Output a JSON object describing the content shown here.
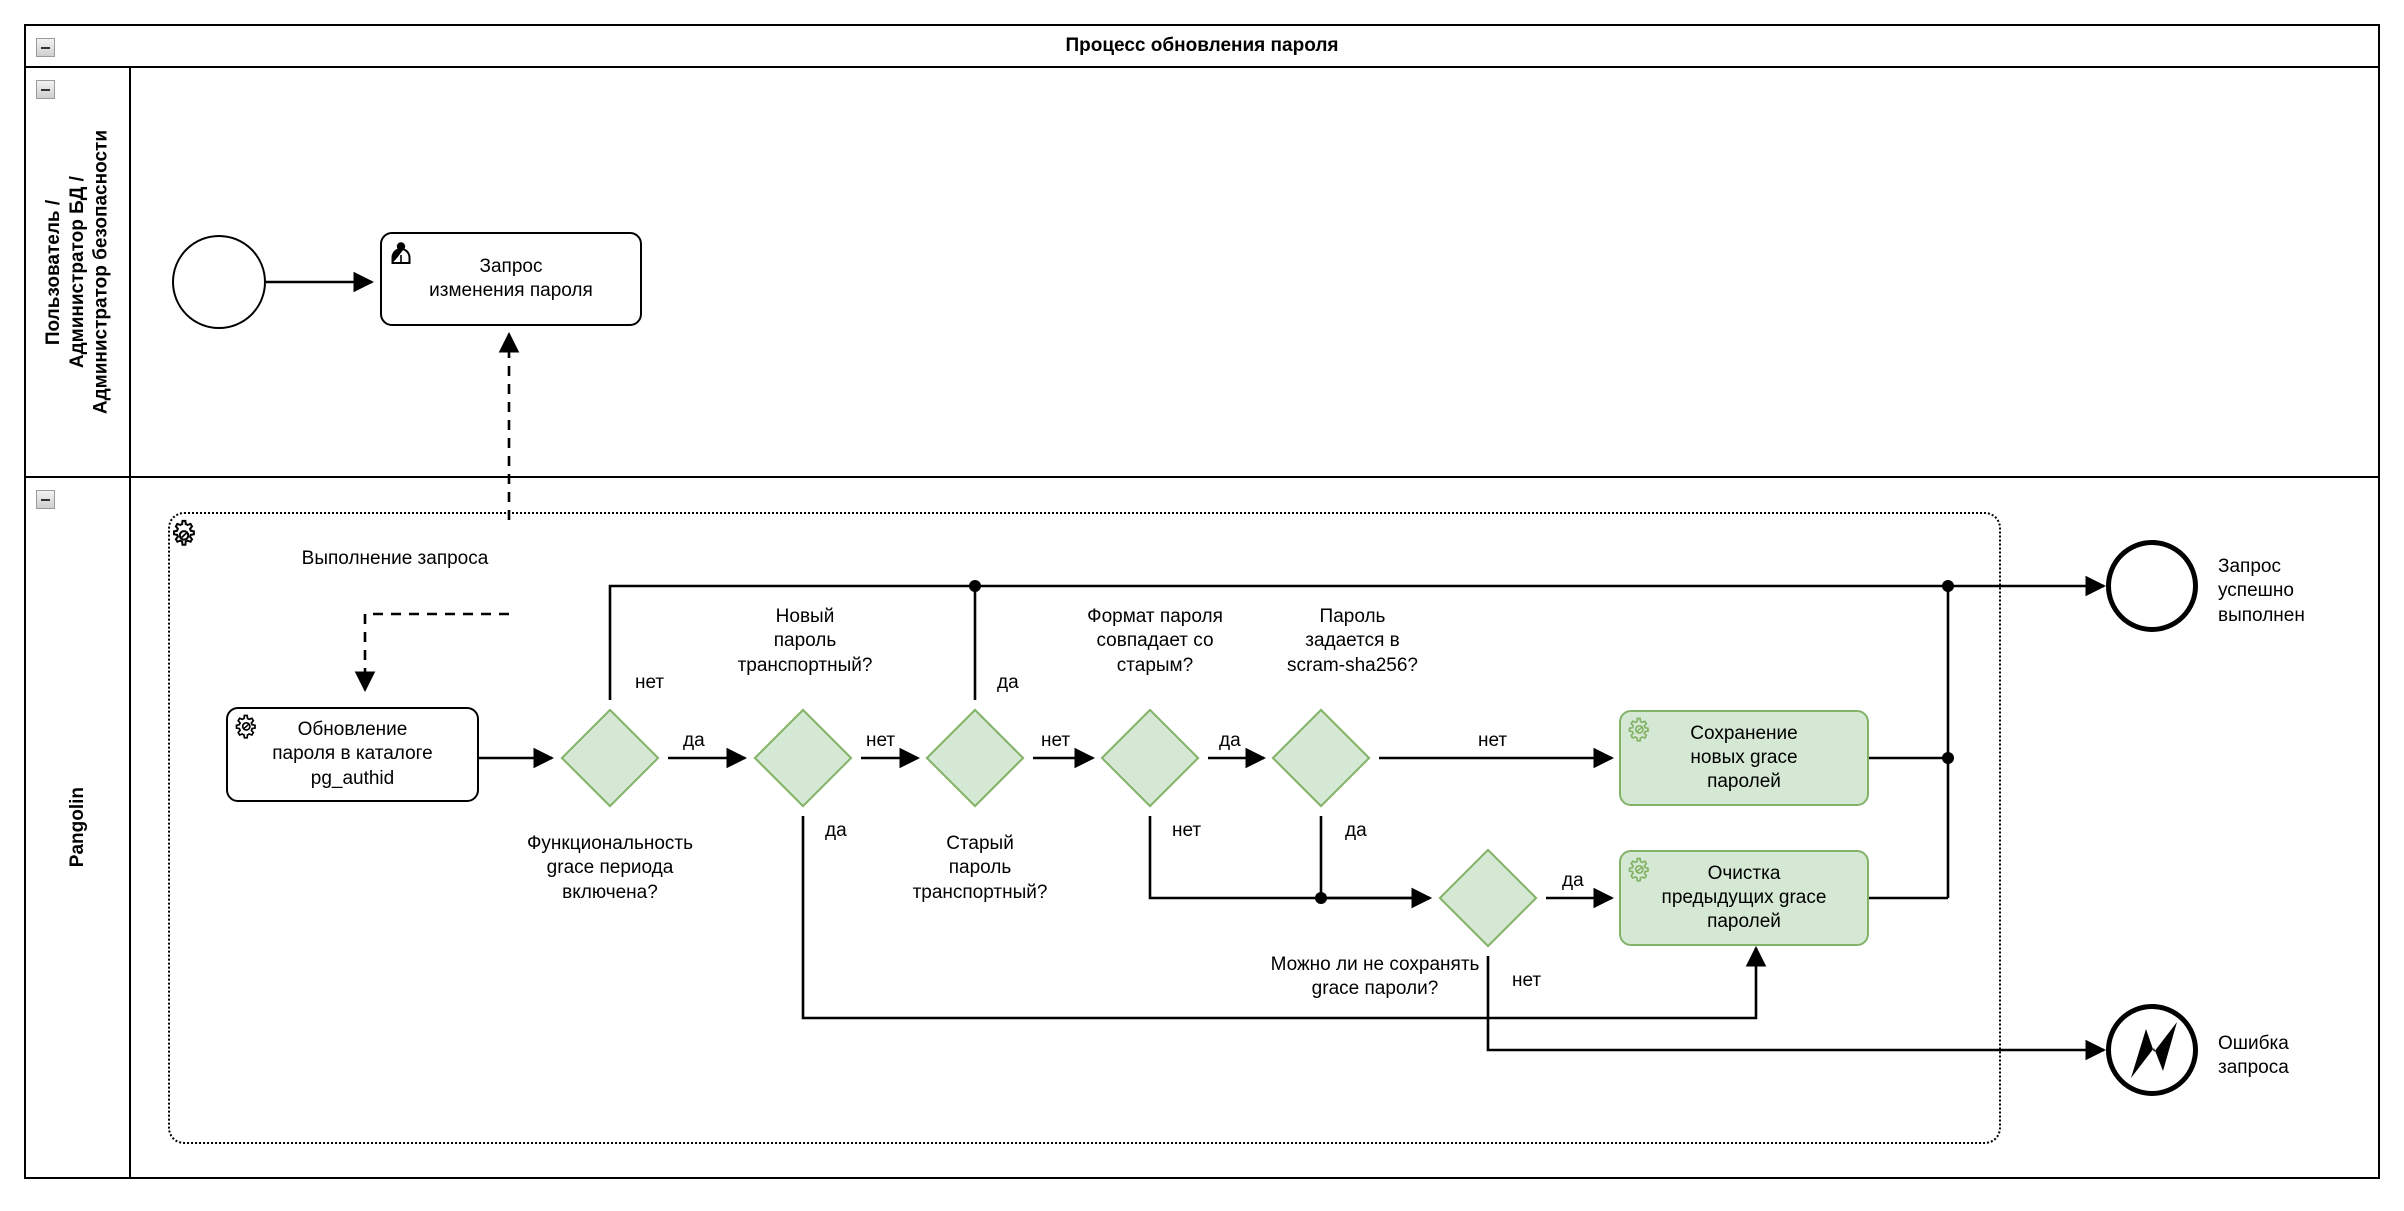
{
  "pool": {
    "title": "Процесс обновления пароля",
    "collapse_icon": "minus-icon",
    "lanes": [
      {
        "id": "lane-user",
        "label": "Пользователь /\nАдминистратор БД /\nАдминистратор безопасности"
      },
      {
        "id": "lane-pangolin",
        "label": "Pangolin"
      }
    ]
  },
  "nodes": {
    "start_event": {
      "type": "start-event",
      "label": ""
    },
    "task_request": {
      "type": "user-task",
      "label": "Запрос\nизменения пароля",
      "icon": "user-icon"
    },
    "subprocess": {
      "type": "subprocess",
      "icon": "gear-icon"
    },
    "task_update": {
      "type": "service-task",
      "label": "Обновление\nпароля в каталоге\npg_authid",
      "icon": "gear-icon"
    },
    "gw_grace_enabled": {
      "type": "exclusive-gateway",
      "label": "Функциональность\ngrace периода\nвключена?"
    },
    "gw_new_transport": {
      "type": "exclusive-gateway",
      "label": "Новый\nпароль\nтранспортный?"
    },
    "gw_old_transport": {
      "type": "exclusive-gateway",
      "label": "Старый\nпароль\nтранспортный?"
    },
    "gw_format_match": {
      "type": "exclusive-gateway",
      "label": "Формат пароля\nсовпадает со\nстарым?"
    },
    "gw_scram": {
      "type": "exclusive-gateway",
      "label": "Пароль\nзадается в\nscram-sha256?"
    },
    "gw_skip_grace": {
      "type": "exclusive-gateway",
      "label": "Можно ли не сохранять\ngrace пароли?"
    },
    "task_save_grace": {
      "type": "service-task",
      "label": "Сохранение\nновых grace\nпаролей",
      "icon": "gear-icon"
    },
    "task_clear_grace": {
      "type": "service-task",
      "label": "Очистка\nпредыдущих grace\nпаролей",
      "icon": "gear-icon"
    },
    "end_success": {
      "type": "end-event",
      "label": "Запрос\nуспешно\nвыполнен"
    },
    "end_error": {
      "type": "error-end-event",
      "label": "Ошибка\nзапроса",
      "icon": "lightning-icon"
    }
  },
  "flow_labels": {
    "message_exec": "Выполнение запроса",
    "grace_no": "нет",
    "grace_yes": "да",
    "new_transport_no": "нет",
    "new_transport_yes": "да",
    "old_transport_no": "нет",
    "old_transport_yes": "да",
    "format_yes": "да",
    "format_no": "нет",
    "scram_no": "нет",
    "scram_yes": "да",
    "skip_yes": "да",
    "skip_no": "нет"
  },
  "colors": {
    "task_fill": "#d5e8d4",
    "task_stroke": "#82b366",
    "line": "#000000",
    "background": "#ffffff"
  }
}
